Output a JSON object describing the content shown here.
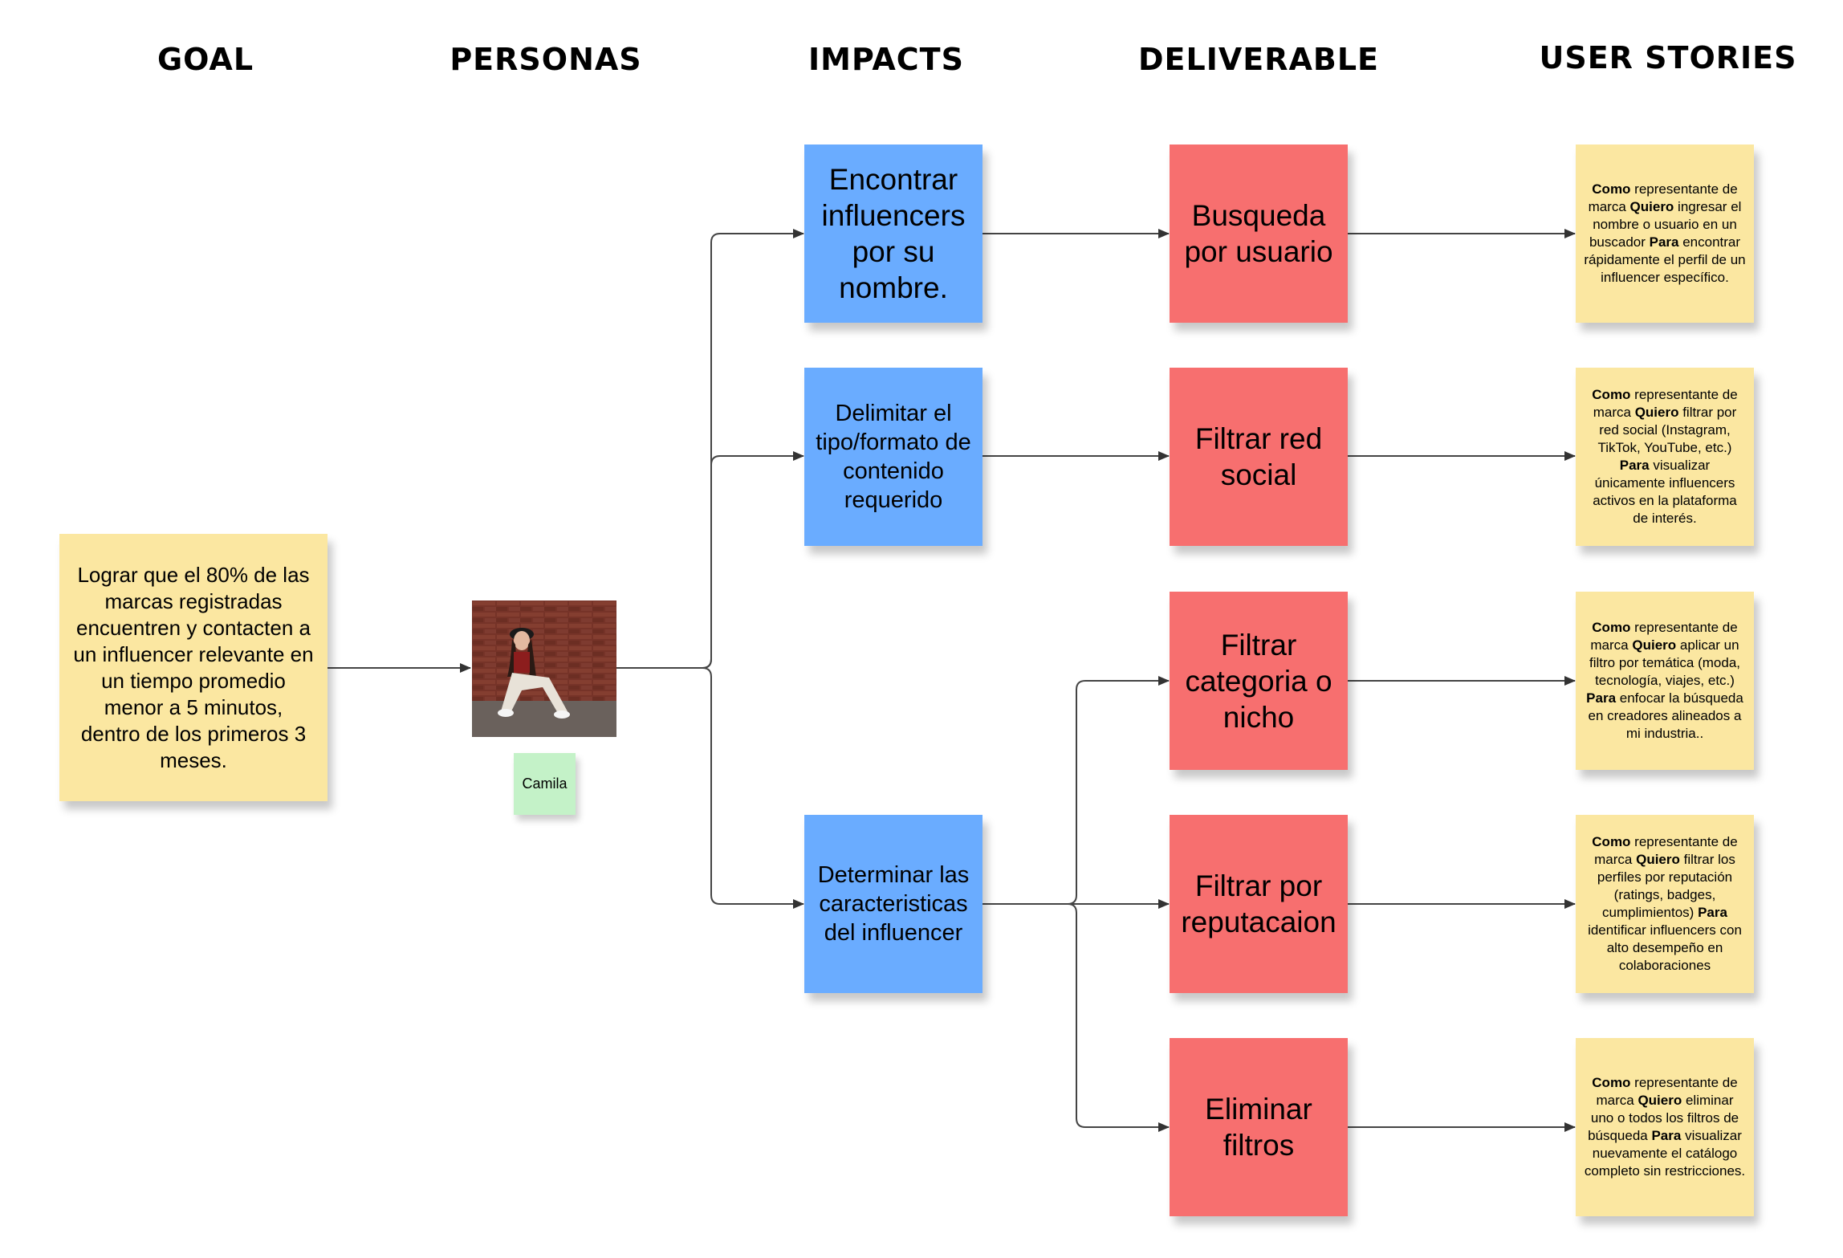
{
  "headers": {
    "goal": "GOAL",
    "personas": "PERSONAS",
    "impacts": "IMPACTS",
    "deliverable": "DELIVERABLE",
    "user_stories": "USER STORIES"
  },
  "goal": {
    "text": "Lograr que el 80% de las marcas registradas encuentren y contacten a un influencer relevante en un tiempo promedio menor a 5 minutos, dentro de los primeros 3 meses."
  },
  "persona": {
    "name": "Camila"
  },
  "impacts": [
    "Encontrar influencers por su nombre.",
    "Delimitar el tipo/formato de contenido requerido",
    "Determinar las caracteristicas del influencer"
  ],
  "deliverables": [
    "Busqueda por usuario",
    "Filtrar red social",
    "Filtrar categoria o nicho",
    "Filtrar por reputacaion",
    "Eliminar filtros"
  ],
  "user_stories": [
    {
      "k1": "Como",
      "t1": " representante de marca ",
      "k2": "Quiero",
      "t2": " ingresar el nombre o usuario en un buscador ",
      "k3": "Para",
      "t3": " encontrar rápidamente el perfil de un influencer específico."
    },
    {
      "k1": "Como",
      "t1": " representante de marca ",
      "k2": "Quiero",
      "t2": " filtrar por red social (Instagram, TikTok, YouTube, etc.) ",
      "k3": "Para",
      "t3": " visualizar únicamente influencers activos en la plataforma de interés."
    },
    {
      "k1": "Como",
      "t1": " representante de marca ",
      "k2": "Quiero",
      "t2": " aplicar un filtro por temática (moda, tecnología, viajes, etc.) ",
      "k3": "Para",
      "t3": " enfocar la búsqueda en creadores alineados a mi industria.."
    },
    {
      "k1": "Como",
      "t1": " representante de marca ",
      "k2": "Quiero",
      "t2": " filtrar los perfiles por reputación (ratings, badges, cumplimientos) ",
      "k3": "Para",
      "t3": " identificar influencers con alto desempeño en colaboraciones"
    },
    {
      "k1": "Como",
      "t1": " representante de marca ",
      "k2": "Quiero",
      "t2": " eliminar uno o todos los filtros de búsqueda ",
      "k3": "Para",
      "t3": " visualizar nuevamente el catálogo completo sin restricciones."
    }
  ],
  "colors": {
    "goal": "#fbe7a1",
    "impact": "#6aacff",
    "deliverable": "#f76f6f",
    "story": "#fbe7a1",
    "persona_label": "#c4f2c8"
  }
}
